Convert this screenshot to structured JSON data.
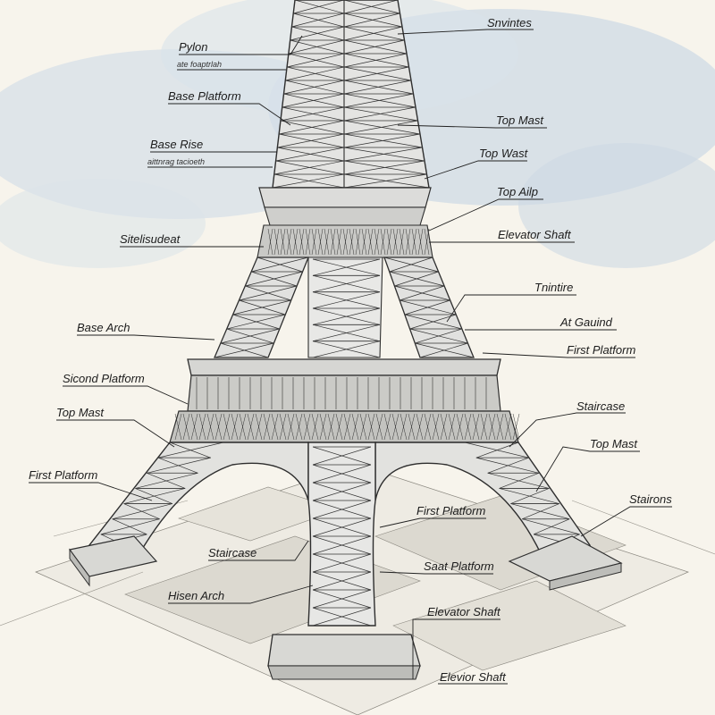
{
  "labels": {
    "left": [
      {
        "id": "pylon",
        "text": "Pylon",
        "sub": "ate foaptrlah"
      },
      {
        "id": "base-platform",
        "text": "Base Platform"
      },
      {
        "id": "base-rise",
        "text": "Base Rise",
        "sub": "aittnrag tacioeth"
      },
      {
        "id": "sitelisudeat",
        "text": "Sitelisudeat"
      },
      {
        "id": "base-arch",
        "text": "Base Arch"
      },
      {
        "id": "second-platform",
        "text": "Sicond Platform"
      },
      {
        "id": "top-mast-left",
        "text": "Top Mast"
      },
      {
        "id": "first-platform-left",
        "text": "First Platform"
      },
      {
        "id": "staircase-left",
        "text": "Staircase"
      },
      {
        "id": "hisen-arch",
        "text": "Hisen Arch"
      }
    ],
    "right": [
      {
        "id": "snvintes",
        "text": "Snvintes"
      },
      {
        "id": "top-mast-1",
        "text": "Top Mast"
      },
      {
        "id": "top-wast",
        "text": "Top Wast"
      },
      {
        "id": "top-ailp",
        "text": "Top Ailp"
      },
      {
        "id": "elevator-shaft-1",
        "text": "Elevator Shaft"
      },
      {
        "id": "tnintire",
        "text": "Tnintire"
      },
      {
        "id": "at-gauind",
        "text": "At Gauind"
      },
      {
        "id": "first-platform-right",
        "text": "First Platform"
      },
      {
        "id": "staircase-right",
        "text": "Staircase"
      },
      {
        "id": "top-mast-2",
        "text": "Top Mast"
      },
      {
        "id": "stairons",
        "text": "Stairons"
      }
    ],
    "center": [
      {
        "id": "first-platform-center",
        "text": "First Platform"
      },
      {
        "id": "saat-platform",
        "text": "Saat Platform"
      },
      {
        "id": "elevator-shaft-2",
        "text": "Elevator Shaft"
      },
      {
        "id": "elevior-shaft",
        "text": "Elevior Shaft"
      }
    ]
  },
  "colors": {
    "paper": "#f7f4ec",
    "sky": "#c9d6e3",
    "ink": "#2e2e2e",
    "ground": "#d9d6cc"
  }
}
